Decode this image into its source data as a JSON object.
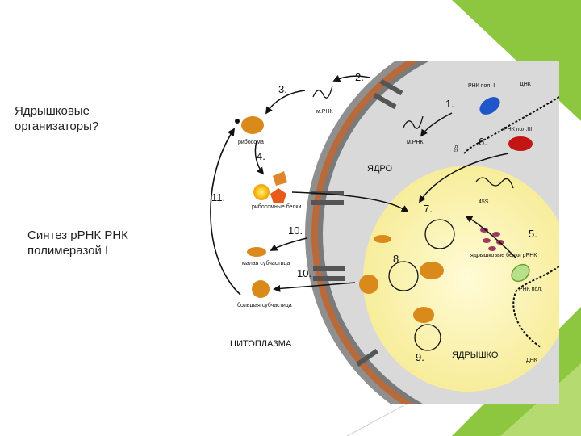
{
  "slide": {
    "text_1": "Ядрышковые организаторы?",
    "text_2": "Синтез рРНК РНК полимеразой I"
  },
  "diagram": {
    "steps": [
      "1.",
      "2.",
      "3.",
      "4.",
      "5.",
      "6.",
      "7.",
      "8.",
      "9.",
      "10.",
      "10.",
      "11."
    ],
    "labels": {
      "mrna_1": "м.РНК",
      "mrna_2": "м.РНК",
      "ribosome": "рибосома",
      "ribosomal_proteins": "рибосомные белки",
      "small_subunit": "малая субчастица",
      "large_subunit": "большая субчастица",
      "nucleus": "ЯДРО",
      "cytoplasm": "ЦИТОПЛАЗМА",
      "nucleolus": "ЯДРЫШКО",
      "rna_pol_1": "РНК пол. I",
      "rna_pol_3": "РНК пол.III",
      "rna_pol_2": "РНК пол.",
      "dna_1": "ДНК",
      "dna_2": "ДНК",
      "s45": "45S",
      "s5": "5S",
      "nucleolar_proteins": "ядрышковые белки рРНК"
    }
  },
  "colors": {
    "accent_green": "#8dc63f",
    "nucleus_gray": "#d9d9d9",
    "nucleolus_yellow": "#fff5a8",
    "subunit_orange": "#d98a1a",
    "rna_pol_blue": "#1f56c9",
    "rna_pol_red": "#c41515"
  }
}
